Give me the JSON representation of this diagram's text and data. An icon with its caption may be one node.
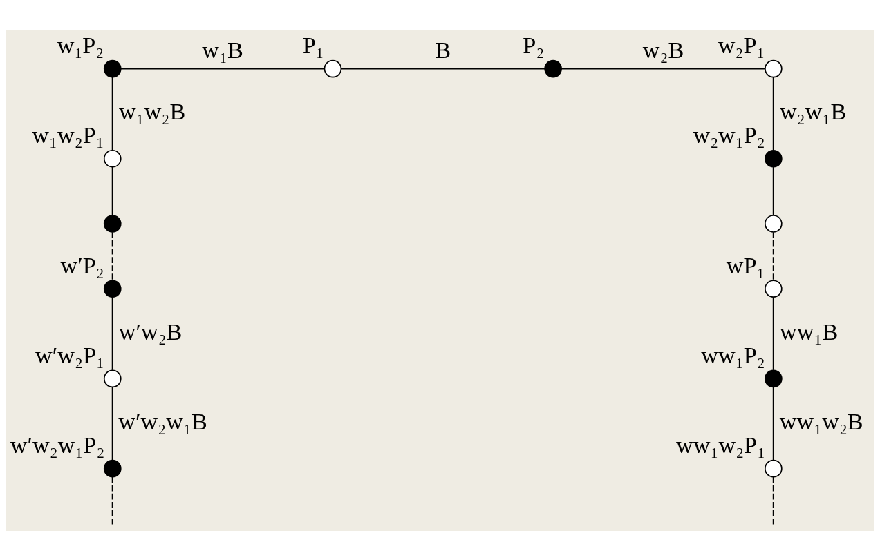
{
  "diagram": {
    "nodes": [
      {
        "text": [],
        "shape": "circle",
        "beside": [
          "w′w₂w₁P₂"
        ]
      },
      {
        "text": [],
        "shape": "circle",
        "beside": [
          "w′w₂P₁"
        ]
      },
      {
        "text": [],
        "shape": "circle",
        "beside": [
          "w′P₂"
        ]
      },
      {
        "text": [],
        "shape": "circle"
      },
      {
        "text": [],
        "shape": "circle",
        "beside": [
          "w₁w₂P₁"
        ]
      },
      {
        "text": [],
        "shape": "circle",
        "beside": [
          "w₁P₂"
        ]
      },
      {
        "text": [],
        "shape": "circle",
        "beside": [
          "P₁"
        ]
      },
      {
        "text": [],
        "shape": "circle",
        "beside": [
          "P₂"
        ]
      },
      {
        "text": [],
        "shape": "circle",
        "beside": [
          "w₂P₁"
        ]
      },
      {
        "text": [],
        "shape": "circle",
        "beside": [
          "w₂w₁P₂"
        ]
      },
      {
        "text": [],
        "shape": "circle"
      },
      {
        "text": [],
        "shape": "circle",
        "beside": [
          "wP₁"
        ]
      },
      {
        "text": [],
        "shape": "circle",
        "beside": [
          "ww₁P₂"
        ]
      },
      {
        "text": [],
        "shape": "circle",
        "beside": [
          "ww₁w₂P₁"
        ]
      }
    ],
    "edges": [
      {
        "from": 0,
        "to": null,
        "arrow": "none",
        "style": "dashed"
      },
      {
        "from": 0,
        "to": 1,
        "arrow": "none",
        "label": "w′w₂w₁B"
      },
      {
        "from": 1,
        "to": 2,
        "arrow": "none",
        "label": "w′w₂B"
      },
      {
        "from": 2,
        "to": 3,
        "arrow": "none",
        "style": "dashed"
      },
      {
        "from": 3,
        "to": 4,
        "arrow": "none"
      },
      {
        "from": 4,
        "to": 5,
        "arrow": "none",
        "label": "w₁w₂B"
      },
      {
        "from": 5,
        "to": 6,
        "arrow": "none",
        "label": "w₁B"
      },
      {
        "from": 6,
        "to": 7,
        "arrow": "none",
        "label": "B"
      },
      {
        "from": 7,
        "to": 8,
        "arrow": "none",
        "label": "w₂B"
      },
      {
        "from": 8,
        "to": 9,
        "arrow": "none",
        "label": "w₂w₁B"
      },
      {
        "from": 9,
        "to": 10,
        "arrow": "none"
      },
      {
        "from": 10,
        "to": 11,
        "arrow": "none",
        "style": "dashed"
      },
      {
        "from": 11,
        "to": 12,
        "arrow": "none",
        "label": "ww₁B"
      },
      {
        "from": 12,
        "to": 13,
        "arrow": "none",
        "label": "ww₁w₂B"
      },
      {
        "from": 13,
        "to": null,
        "arrow": "none",
        "style": "dashed"
      }
    ]
  }
}
